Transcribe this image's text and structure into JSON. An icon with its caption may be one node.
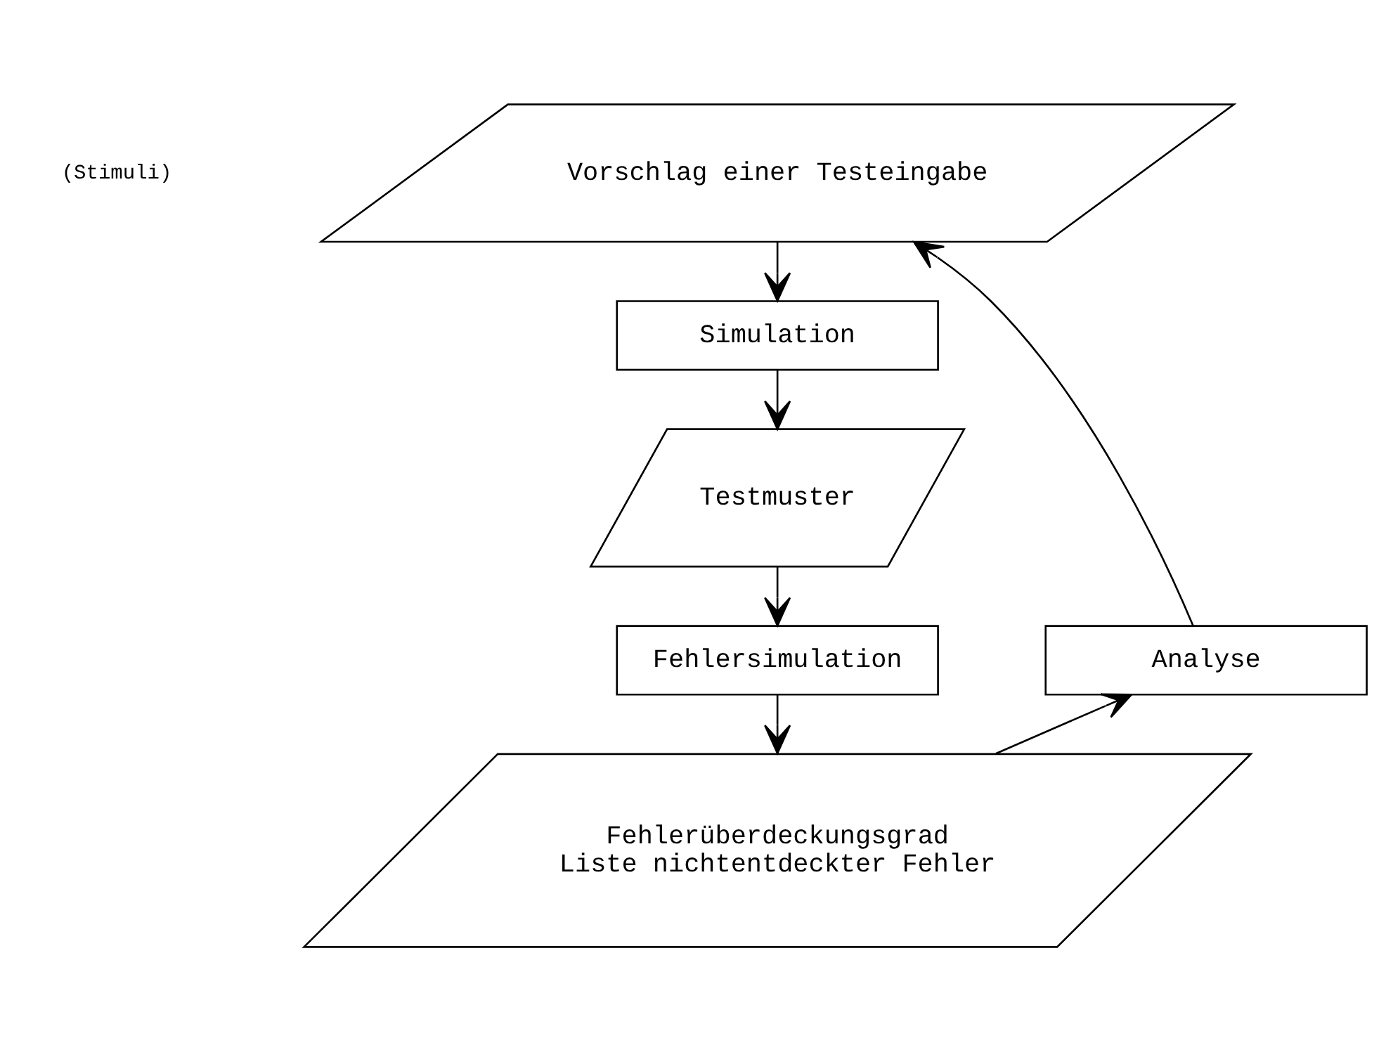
{
  "diagram": {
    "nodes": [
      {
        "text": [
          "Vorschlag einer Testeingabe"
        ]
      },
      {
        "text": [
          "Simulation"
        ]
      },
      {
        "text": [
          "Testmuster"
        ]
      },
      {
        "text": [
          "Fehlersimulation"
        ]
      },
      {
        "text": [
          "Fehlerüberdeckungsgrad",
          "Liste nichtentdeckter Fehler"
        ]
      },
      {
        "text": [
          "Analyse"
        ]
      }
    ],
    "edges": [
      {
        "from": 0,
        "to": 1,
        "arrow": "to"
      },
      {
        "from": 1,
        "to": 2,
        "arrow": "to"
      },
      {
        "from": 2,
        "to": 3,
        "arrow": "to"
      },
      {
        "from": 3,
        "to": 4,
        "arrow": "to"
      },
      {
        "from": 4,
        "to": 5,
        "arrow": "to"
      },
      {
        "from": 5,
        "to": 0,
        "arrow": "to"
      }
    ],
    "labels": [
      "(Stimuli)"
    ]
  }
}
